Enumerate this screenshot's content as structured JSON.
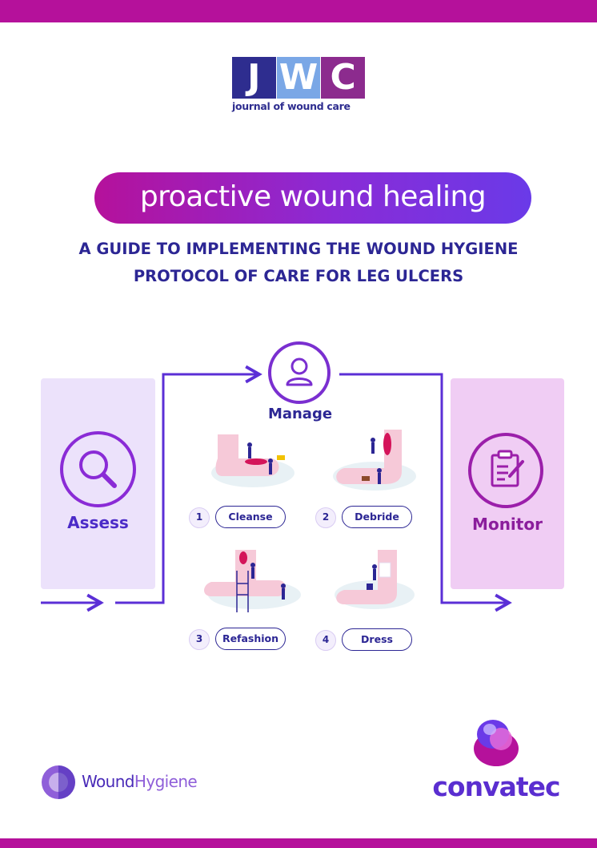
{
  "header": {
    "jwc_letters": [
      "J",
      "W",
      "C"
    ],
    "jwc_subtitle": "journal of wound care"
  },
  "title": "proactive wound healing",
  "subtitle_lines": [
    "A GUIDE TO IMPLEMENTING THE WOUND HYGIENE",
    "PROTOCOL OF CARE FOR LEG ULCERS"
  ],
  "diagram": {
    "assess_label": "Assess",
    "manage_label": "Manage",
    "monitor_label": "Monitor",
    "steps": [
      {
        "number": "1",
        "label": "Cleanse"
      },
      {
        "number": "2",
        "label": "Debride"
      },
      {
        "number": "3",
        "label": "Refashion"
      },
      {
        "number": "4",
        "label": "Dress"
      }
    ]
  },
  "footer": {
    "wound_hygiene_part1": "Wound",
    "wound_hygiene_part2": "Hygiene",
    "convatec": "convatec"
  },
  "colors": {
    "magenta_bar": "#b5119b",
    "navy_text": "#2c2694",
    "assess_panel": "#ece2fb",
    "monitor_panel": "#f0cdf4",
    "arrow": "#5b2fd6"
  }
}
